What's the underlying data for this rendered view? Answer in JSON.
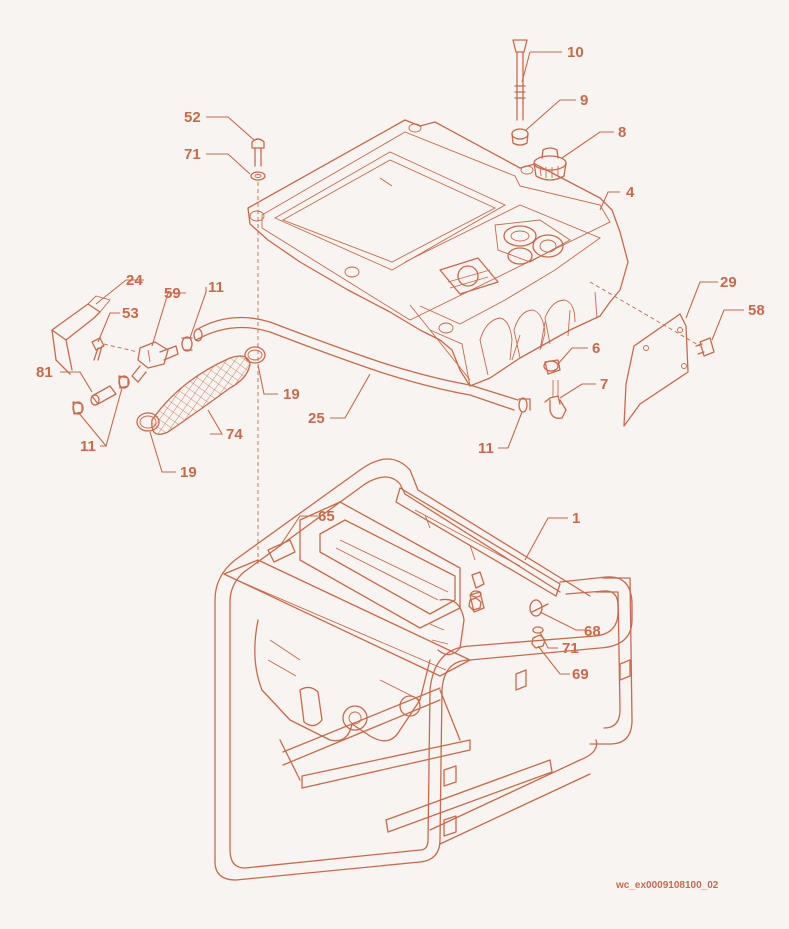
{
  "labels": {
    "p1": "1",
    "p4": "4",
    "p6": "6",
    "p7": "7",
    "p8": "8",
    "p9": "9",
    "p10": "10",
    "p11a": "11",
    "p11b": "11",
    "p11c": "11",
    "p19a": "19",
    "p19b": "19",
    "p24": "24",
    "p25": "25",
    "p29": "29",
    "p52": "52",
    "p53": "53",
    "p58": "58",
    "p59": "59",
    "p65": "65",
    "p68": "68",
    "p69": "69",
    "p71a": "71",
    "p71b": "71",
    "p74": "74",
    "p81": "81"
  },
  "figure_id": "wc_ex0009108100_02",
  "colors": {
    "line": "#c96a4a",
    "background": "#f8f4f1"
  }
}
